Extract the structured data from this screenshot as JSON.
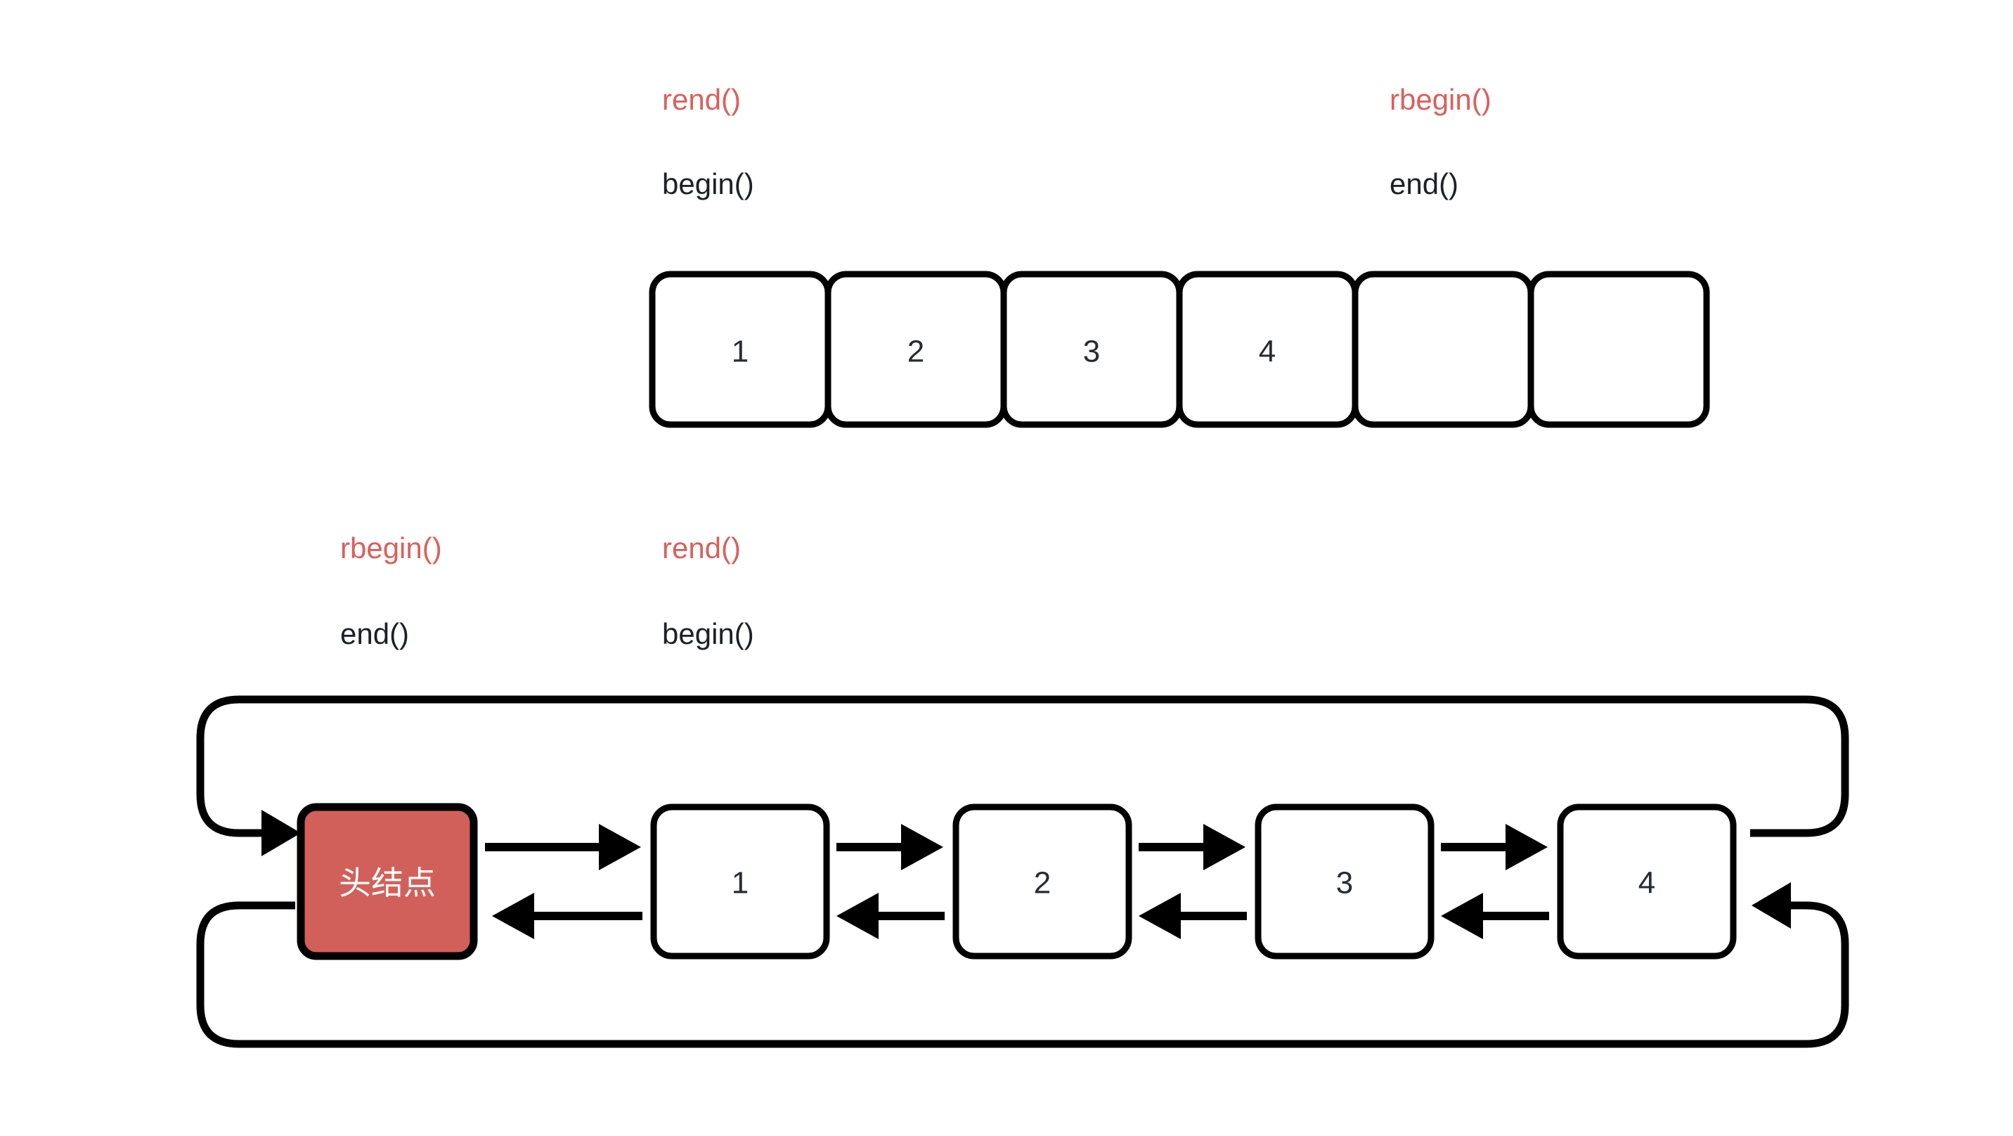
{
  "figure": {
    "title": "C++ container iterator ranges: vector (array) and circular doubly linked list",
    "background": "#ffffff",
    "accent_red": "#D9605C",
    "head_node_fill": "#D2605A",
    "text_dark": "#1D2027"
  },
  "array_section": {
    "labels": {
      "left_reverse": "rend()",
      "left_forward": "begin()",
      "right_reverse": "rbegin()",
      "right_forward": "end()"
    },
    "cells": [
      {
        "value": "1"
      },
      {
        "value": "2"
      },
      {
        "value": "3"
      },
      {
        "value": "4"
      },
      {
        "value": ""
      },
      {
        "value": ""
      }
    ]
  },
  "list_section": {
    "labels": {
      "head_reverse": "rbegin()",
      "head_forward": "end()",
      "first_reverse": "rend()",
      "first_forward": "begin()"
    },
    "head_node": {
      "value": "头结点"
    },
    "nodes": [
      {
        "value": "1"
      },
      {
        "value": "2"
      },
      {
        "value": "3"
      },
      {
        "value": "4"
      }
    ]
  }
}
